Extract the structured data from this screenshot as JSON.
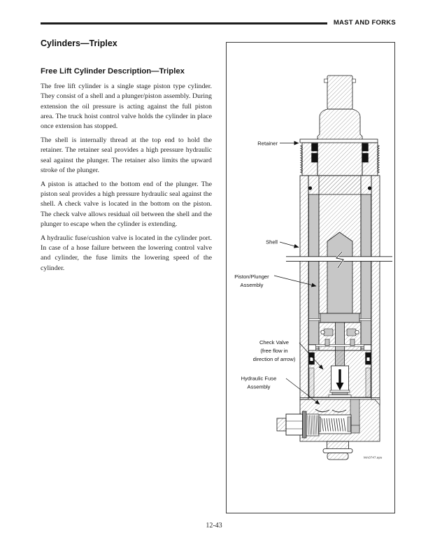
{
  "header": {
    "section_title": "MAST AND FORKS"
  },
  "headings": {
    "chapter": "Cylinders—Triplex",
    "section": "Free Lift Cylinder Description—Triplex"
  },
  "paragraphs": {
    "p1": "The free lift cylinder is a single stage piston type cylinder. They consist of a shell and a plunger/piston assembly. During extension the oil pressure is acting against the full piston area. The truck hoist control valve holds the cylinder in place once extension has stopped.",
    "p2": "The shell is internally thread at the top end to hold the retainer. The retainer seal provides a high pressure hydraulic seal against the plunger. The retainer also limits the upward stroke of the plunger.",
    "p3": "A piston is attached to the bottom end of the plunger. The piston seal provides a high pressure hydraulic seal against the shell. A check valve is located in the bottom on the piston. The check valve allows residual oil between the shell and the plunger to escape when the cylinder is extending.",
    "p4": "A hydraulic fuse/cushion valve is located in the cylinder port. In case of a hose failure between the lowering control valve and cylinder, the fuse limits the lowering speed of the cylinder."
  },
  "figure": {
    "caption": "MA0747.eps",
    "labels": {
      "retainer": "Retainer",
      "shell": "Shell",
      "piston_line1": "Piston/Plunger",
      "piston_line2": "Assembly",
      "check_line1": "Check Valve",
      "check_line2": "(free flow in",
      "check_line3": "direction of arrow)",
      "fuse_line1": "Hydraulic Fuse",
      "fuse_line2": "Assembly"
    },
    "colors": {
      "metal_gray": "#c7c7c7",
      "outline": "#1a1a1a"
    }
  },
  "page": {
    "number": "12-43"
  }
}
